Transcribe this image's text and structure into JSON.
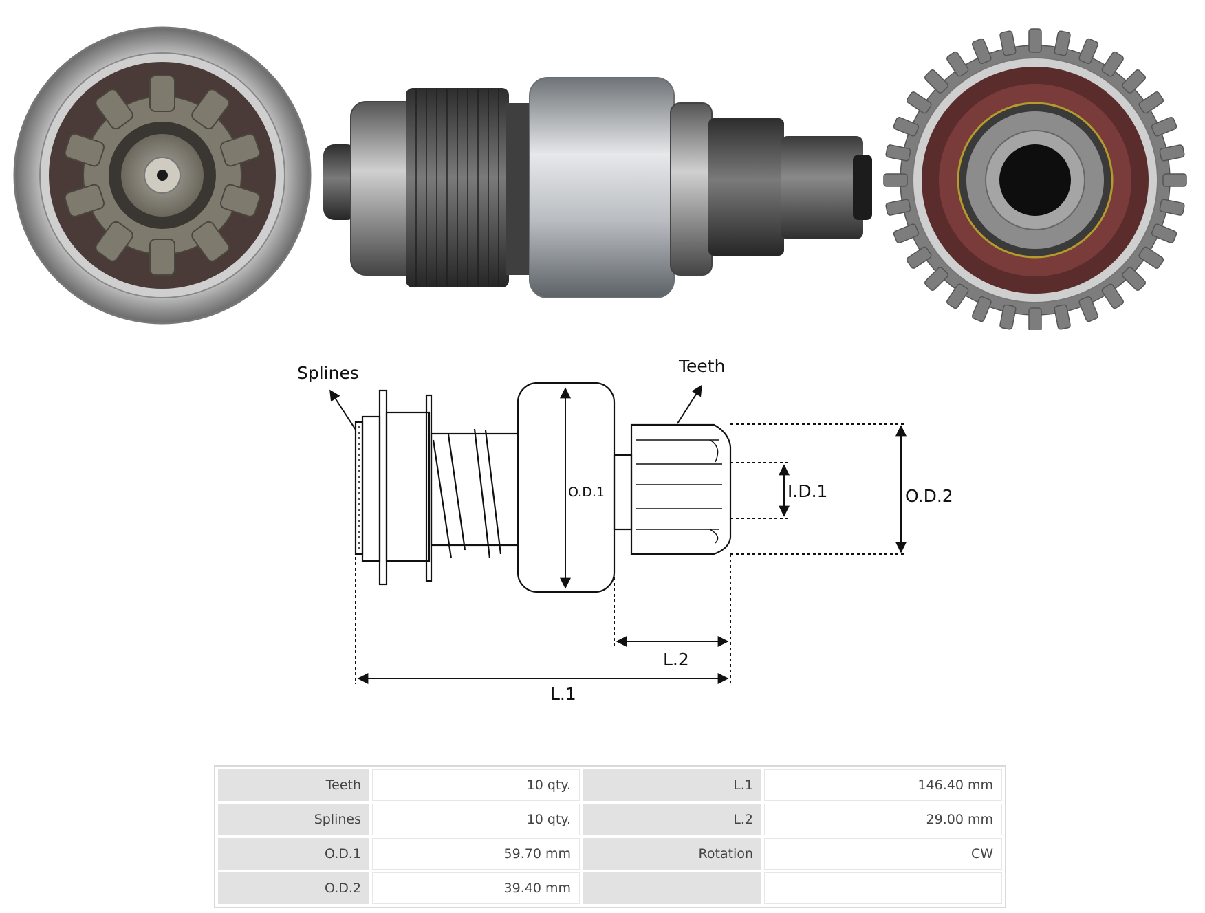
{
  "diagram": {
    "labels": {
      "splines": "Splines",
      "teeth": "Teeth",
      "od1": "O.D.1",
      "od2": "O.D.2",
      "id1": "I.D.1",
      "l1": "L.1",
      "l2": "L.2"
    }
  },
  "specs": {
    "rows": [
      {
        "k1": "Teeth",
        "v1": "10 qty.",
        "k2": "L.1",
        "v2": "146.40 mm"
      },
      {
        "k1": "Splines",
        "v1": "10 qty.",
        "k2": "L.2",
        "v2": "29.00 mm"
      },
      {
        "k1": "O.D.1",
        "v1": "59.70 mm",
        "k2": "Rotation",
        "v2": "CW"
      },
      {
        "k1": "O.D.2",
        "v1": "39.40 mm",
        "k2": "",
        "v2": ""
      }
    ]
  }
}
